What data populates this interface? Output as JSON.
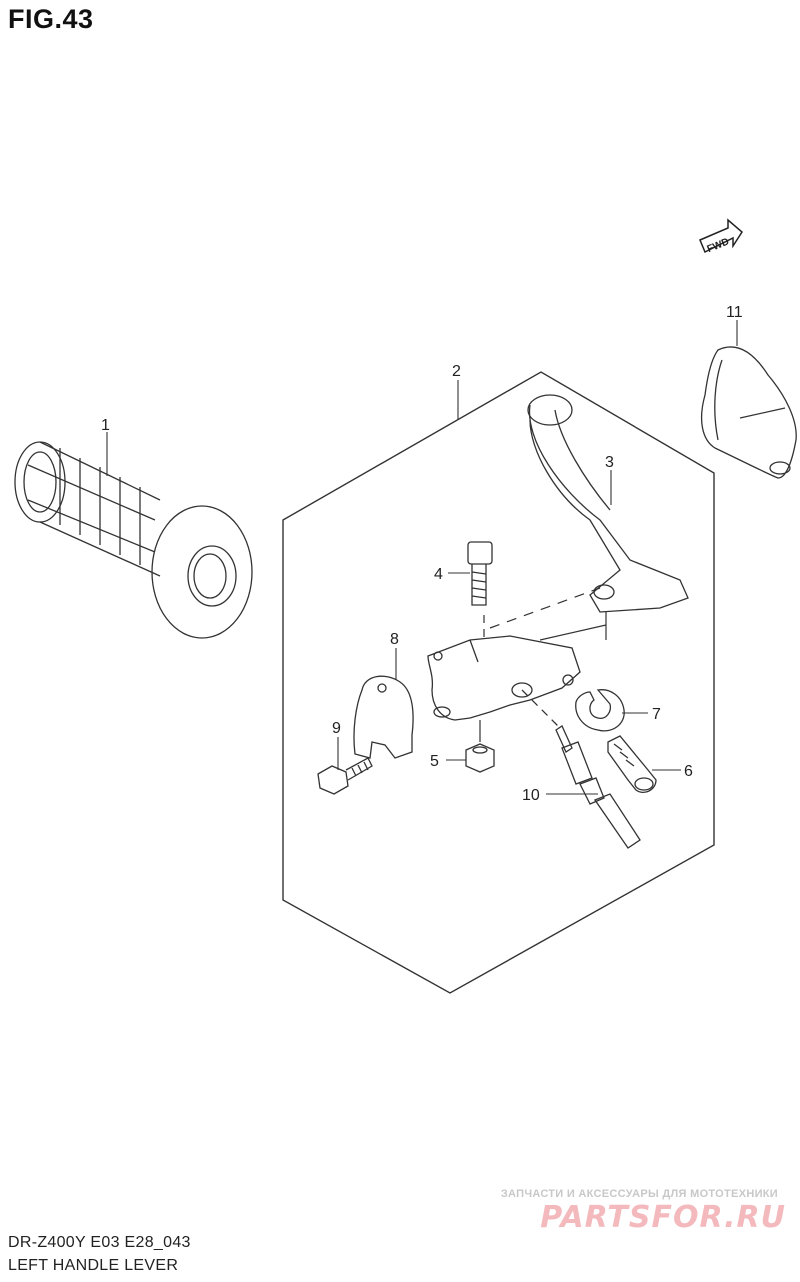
{
  "figure": {
    "title": "FIG.43"
  },
  "fwd_label": "FWD",
  "callouts": [
    {
      "id": "1",
      "label": "1"
    },
    {
      "id": "2",
      "label": "2"
    },
    {
      "id": "3",
      "label": "3"
    },
    {
      "id": "4",
      "label": "4"
    },
    {
      "id": "5",
      "label": "5"
    },
    {
      "id": "6",
      "label": "6"
    },
    {
      "id": "7",
      "label": "7"
    },
    {
      "id": "8",
      "label": "8"
    },
    {
      "id": "9",
      "label": "9"
    },
    {
      "id": "10",
      "label": "10"
    },
    {
      "id": "11",
      "label": "11"
    }
  ],
  "footer": {
    "model_code": "DR-Z400Y E03 E28_043",
    "part_title": "LEFT HANDLE LEVER"
  },
  "watermark": {
    "tagline": "ЗАПЧАСТИ И АКСЕССУАРЫ ДЛЯ МОТОТЕХНИКИ",
    "logo": "PARTSFOR.RU"
  }
}
